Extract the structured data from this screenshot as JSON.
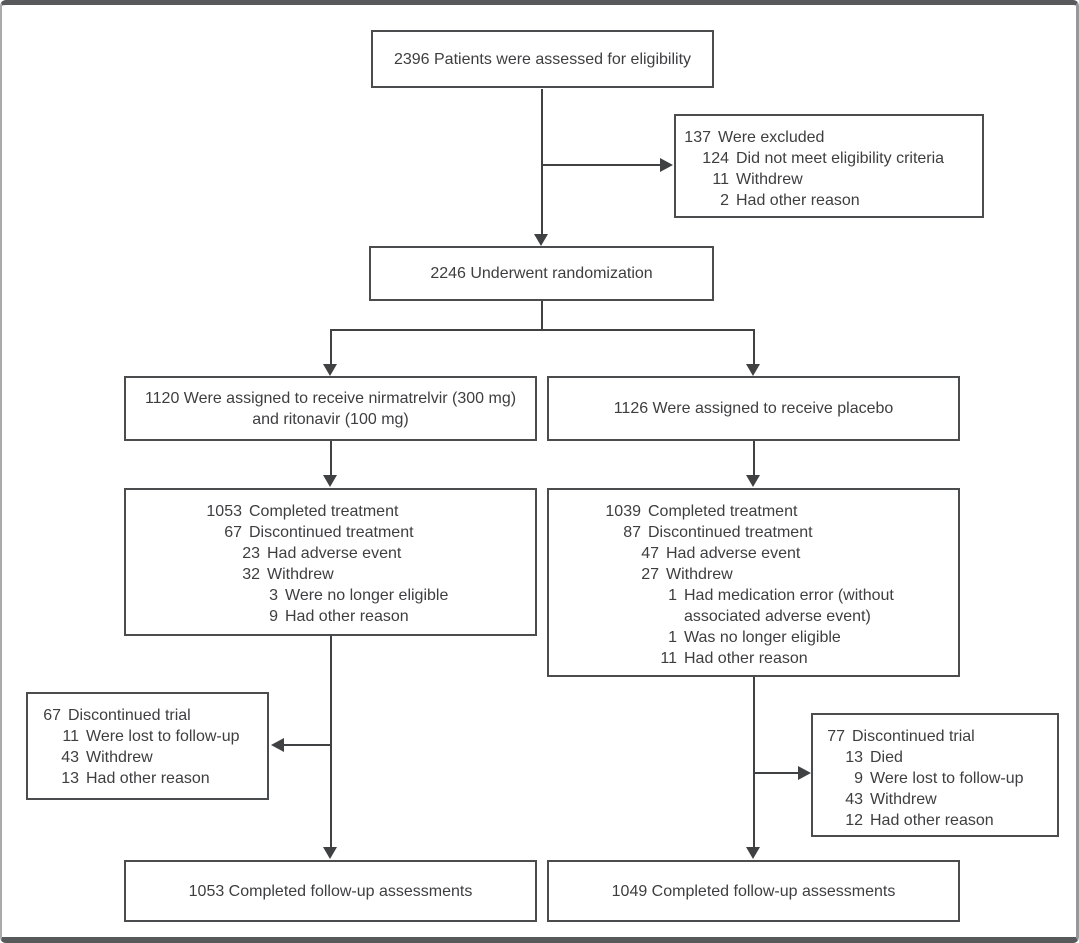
{
  "palette": {
    "frame": "#58595b",
    "box_border": "#4b4c4e",
    "text": "#3e3e40",
    "arrow": "#404143",
    "background": "#ffffff"
  },
  "boxes": {
    "assessed": {
      "text": "2396 Patients were assessed for eligibility"
    },
    "excluded": {
      "lines": [
        {
          "n": "137",
          "t": "Were excluded",
          "lv": 0
        },
        {
          "n": "124",
          "t": "Did not meet eligibility criteria",
          "lv": 1
        },
        {
          "n": "11",
          "t": "Withdrew",
          "lv": 1
        },
        {
          "n": "2",
          "t": "Had other reason",
          "lv": 1
        }
      ]
    },
    "randomized": {
      "text": "2246 Underwent randomization"
    },
    "assigned_nirmatrelvir": {
      "text": "1120 Were assigned to receive nirmatrelvir (300 mg)\nand ritonavir (100 mg)"
    },
    "assigned_placebo": {
      "text": "1126 Were assigned to receive placebo"
    },
    "treatment_nirmatrelvir": {
      "lines": [
        {
          "n": "1053",
          "t": "Completed treatment",
          "lv": 0
        },
        {
          "n": "67",
          "t": "Discontinued treatment",
          "lv": 0
        },
        {
          "n": "23",
          "t": "Had adverse event",
          "lv": 1
        },
        {
          "n": "32",
          "t": "Withdrew",
          "lv": 1
        },
        {
          "n": "3",
          "t": "Were no longer eligible",
          "lv": 2
        },
        {
          "n": "9",
          "t": "Had other reason",
          "lv": 2
        }
      ]
    },
    "treatment_placebo": {
      "lines": [
        {
          "n": "1039",
          "t": "Completed treatment",
          "lv": 0
        },
        {
          "n": "87",
          "t": "Discontinued treatment",
          "lv": 0
        },
        {
          "n": "47",
          "t": "Had adverse event",
          "lv": 1
        },
        {
          "n": "27",
          "t": "Withdrew",
          "lv": 1
        },
        {
          "n": "1",
          "t": "Had medication error (without\nassociated adverse event)",
          "lv": 2
        },
        {
          "n": "1",
          "t": "Was no longer eligible",
          "lv": 2
        },
        {
          "n": "11",
          "t": "Had other reason",
          "lv": 2
        }
      ]
    },
    "discontinued_trial_nirmatrelvir": {
      "lines": [
        {
          "n": "67",
          "t": "Discontinued trial",
          "lv": 0
        },
        {
          "n": "11",
          "t": "Were lost to follow-up",
          "lv": 1
        },
        {
          "n": "43",
          "t": "Withdrew",
          "lv": 1
        },
        {
          "n": "13",
          "t": "Had other reason",
          "lv": 1
        }
      ]
    },
    "discontinued_trial_placebo": {
      "lines": [
        {
          "n": "77",
          "t": "Discontinued trial",
          "lv": 0
        },
        {
          "n": "13",
          "t": "Died",
          "lv": 1
        },
        {
          "n": "9",
          "t": "Were lost to follow-up",
          "lv": 1
        },
        {
          "n": "43",
          "t": "Withdrew",
          "lv": 1
        },
        {
          "n": "12",
          "t": "Had other reason",
          "lv": 1
        }
      ]
    },
    "followup_nirmatrelvir": {
      "text": "1053 Completed follow-up assessments"
    },
    "followup_placebo": {
      "text": "1049 Completed follow-up assessments"
    }
  }
}
